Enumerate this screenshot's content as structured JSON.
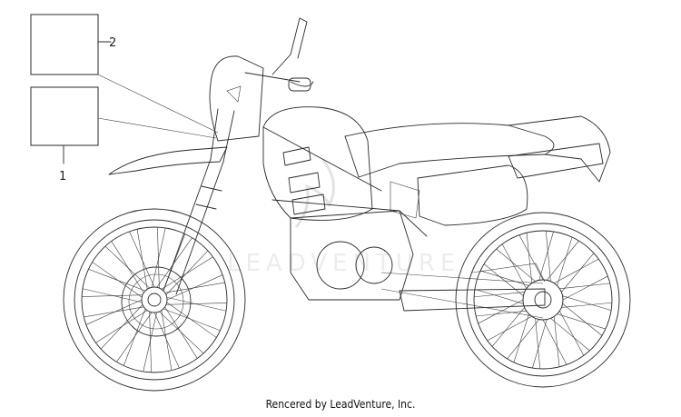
{
  "diagram": {
    "callouts": [
      {
        "number": "1"
      },
      {
        "number": "2"
      }
    ],
    "footer": "Rencered by LeadVenture, Inc."
  }
}
